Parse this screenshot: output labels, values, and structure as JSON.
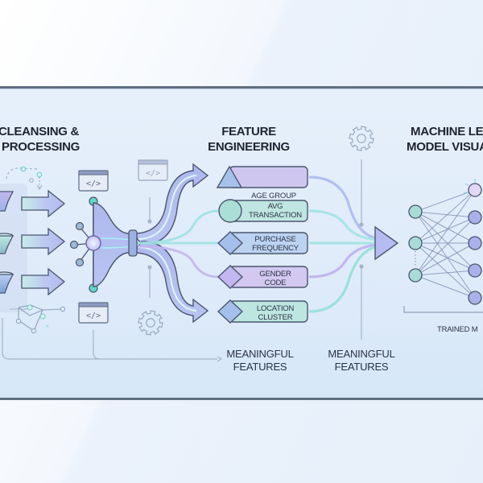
{
  "sections": {
    "cleansing": {
      "line1": "CLEANSING &",
      "line2": "PROCESSING"
    },
    "feature_engineering": {
      "line1": "FEATURE",
      "line2": "ENGINEERING"
    },
    "ml_model": {
      "line1": "MACHINE LE",
      "line2": "MODEL VISUA"
    }
  },
  "features": [
    {
      "line1": "AGE GROUP",
      "line2": "",
      "shape": "triangle",
      "color": "#cfc6ef"
    },
    {
      "line1": "AVG",
      "line2": "TRANSACTION",
      "shape": "circle",
      "color": "#bfe6e2"
    },
    {
      "line1": "PURCHASE",
      "line2": "FREQUENCY",
      "shape": "diamond",
      "color": "#bcd2f1"
    },
    {
      "line1": "GENDER",
      "line2": "CODE",
      "shape": "diamond",
      "color": "#d3c8f0"
    },
    {
      "line1": "LOCATION",
      "line2": "CLUSTER",
      "shape": "diamond",
      "color": "#bde6e0"
    }
  ],
  "captions": {
    "meaningful_features_1": {
      "line1": "MEANINGFUL",
      "line2": "FEATURES"
    },
    "meaningful_features_2": {
      "line1": "MEANINGFUL",
      "line2": "FEATURES"
    },
    "trained_model": "TRAINED M"
  },
  "icons": [
    "funnel-icon",
    "arrow-right-icon",
    "code-window-icon",
    "hub-node-icon",
    "gear-icon",
    "neural-network-icon",
    "scatter-graph-icon"
  ],
  "colors": {
    "border": "#5f6e80",
    "teal": "#7fd8cf",
    "lavender": "#b7b0ee",
    "blue": "#a9bdf0",
    "stroke": "#4b5670",
    "text": "#1e2430"
  }
}
